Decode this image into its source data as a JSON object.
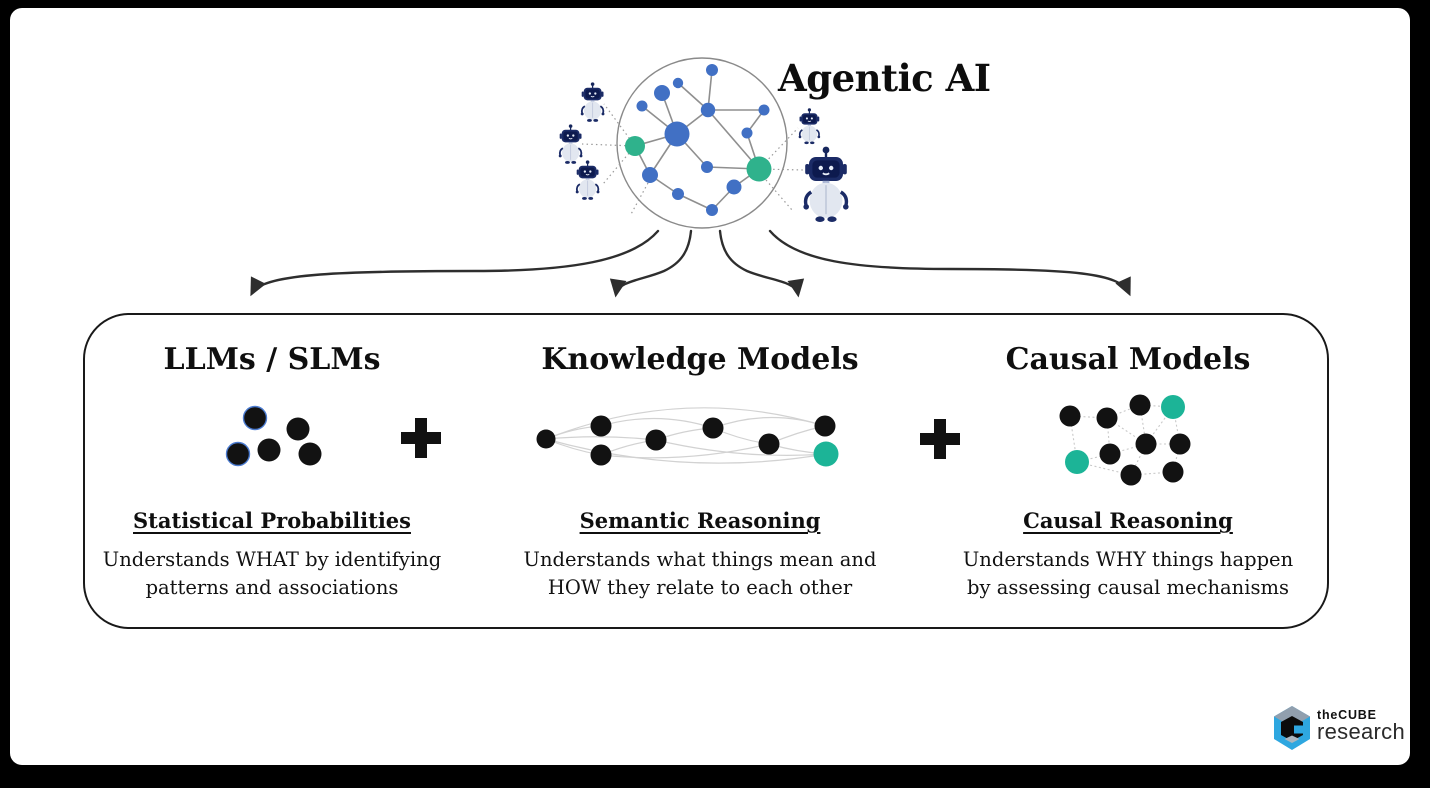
{
  "title": "Agentic AI",
  "hero": {
    "illustration_name": "agent-network-circle-with-robots",
    "node_blue": "#4170c4",
    "node_teal": "#2fb28c",
    "edge_gray": "#8f8f8f"
  },
  "separators": [
    {
      "icon": "plus"
    },
    {
      "icon": "plus"
    }
  ],
  "columns": [
    {
      "id": "llms-slms",
      "title": "LLMs / SLMs",
      "illustration_name": "scattered-dots",
      "subtitle": "Statistical Probabilities",
      "desc_line1": "Understands WHAT by identifying",
      "desc_line2": "patterns and associations"
    },
    {
      "id": "knowledge-models",
      "title": "Knowledge Models",
      "illustration_name": "linked-nodes-chain",
      "subtitle": "Semantic Reasoning",
      "desc_line1": "Understands what things mean and",
      "desc_line2": "HOW they relate to each other"
    },
    {
      "id": "causal-models",
      "title": "Causal Models",
      "illustration_name": "causal-graph-cluster",
      "subtitle": "Causal Reasoning",
      "desc_line1": "Understands WHY things happen",
      "desc_line2": "by assessing causal mechanisms"
    }
  ],
  "logo": {
    "brand_top": "theCUBE",
    "brand_bottom": "research",
    "cube_blue": "#2ea7e0",
    "cube_gray": "#919fae"
  },
  "colors": {
    "dot_black": "#121212",
    "teal_accent": "#1cb497",
    "blue_accent": "#4170c4",
    "frame_black": "#000000",
    "box_border": "#191919",
    "light_edge": "#d2d2d2"
  }
}
